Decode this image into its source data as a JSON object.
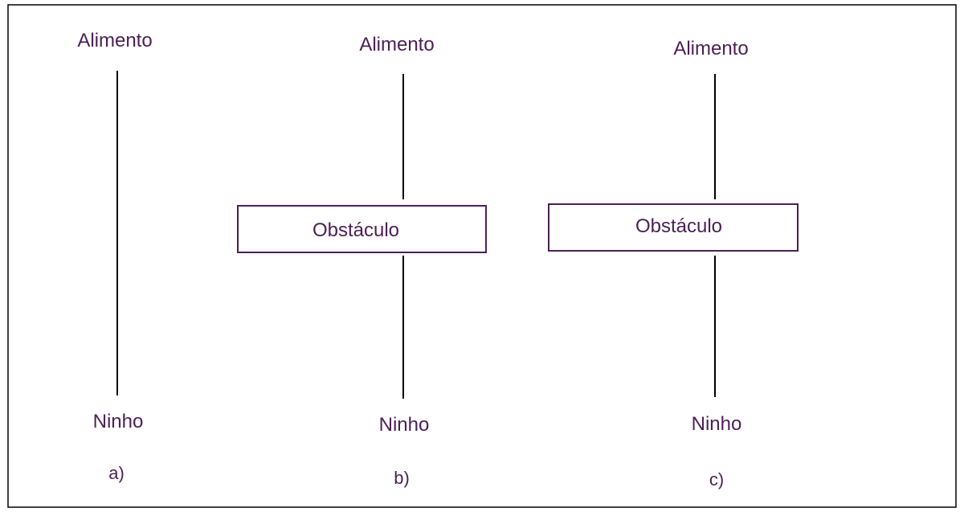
{
  "panels": [
    {
      "food_label": "Alimento",
      "nest_label": "Ninho",
      "part_label": "a)"
    },
    {
      "food_label": "Alimento",
      "nest_label": "Ninho",
      "part_label": "b)",
      "obstacle_label": "Obstáculo"
    },
    {
      "food_label": "Alimento",
      "nest_label": "Ninho",
      "part_label": "c)",
      "obstacle_label": "Obstáculo"
    }
  ],
  "colors": {
    "label": "#4b1f55",
    "obstacle_border": "#4b1f55",
    "frame": "#000000",
    "path": "#000000",
    "ant": "#000000"
  },
  "icons": {
    "ant": "ant-icon"
  }
}
